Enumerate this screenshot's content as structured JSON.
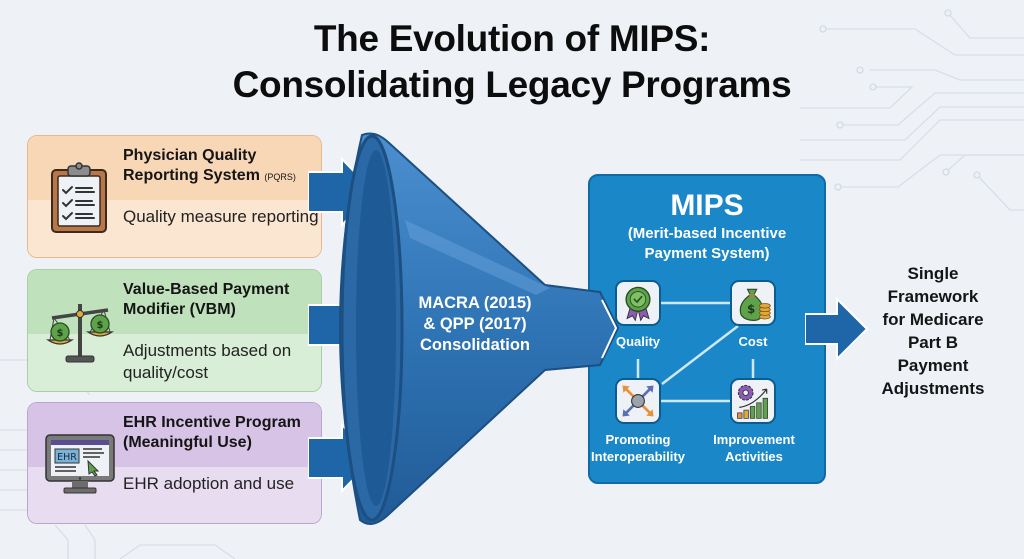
{
  "title": {
    "line1": "The Evolution of MIPS:",
    "line2": "Consolidating Legacy Programs"
  },
  "legacy_programs": [
    {
      "name_main": "Physician Quality Reporting System",
      "name_suffix": "(PQRS)",
      "desc": "Quality measure reporting",
      "icon": "clipboard-checklist-icon",
      "color_top": "#f8d7b6",
      "color_bottom": "#fbe6d2"
    },
    {
      "name_main": "Value-Based Payment Modifier (VBM)",
      "name_suffix": "",
      "desc": "Adjustments based on quality/cost",
      "icon": "balance-scale-money-icon",
      "color_top": "#bfe2bc",
      "color_bottom": "#d9eed7"
    },
    {
      "name_main": "EHR Incentive Program (Meaningful Use)",
      "name_suffix": "",
      "desc": "EHR adoption and use",
      "icon": "computer-ehr-icon",
      "ehr_screen_label": "EHR",
      "color_top": "#d6c3e5",
      "color_bottom": "#e8dcf1"
    }
  ],
  "funnel": {
    "line1": "MACRA (2015)",
    "line2": "& QPP (2017)",
    "line3": "Consolidation",
    "color": "#2f74b5"
  },
  "mips": {
    "title": "MIPS",
    "subtitle_line1": "(Merit-based Incentive",
    "subtitle_line2": "Payment System)",
    "color": "#1a87c9",
    "categories": [
      {
        "label": "Quality",
        "icon": "award-badge-icon"
      },
      {
        "label": "Cost",
        "icon": "money-bag-icon"
      },
      {
        "label_line1": "Promoting",
        "label_line2": "Interoperability",
        "icon": "interoperability-arrows-icon"
      },
      {
        "label_line1": "Improvement",
        "label_line2": "Activities",
        "icon": "gear-growth-chart-icon"
      }
    ]
  },
  "result": {
    "lines": [
      "Single",
      "Framework",
      "for Medicare",
      "Part B",
      "Payment",
      "Adjustments"
    ]
  },
  "colors": {
    "background": "#eef2f7",
    "arrow": "#1f66a8",
    "arrow_outline": "#ffffff"
  }
}
